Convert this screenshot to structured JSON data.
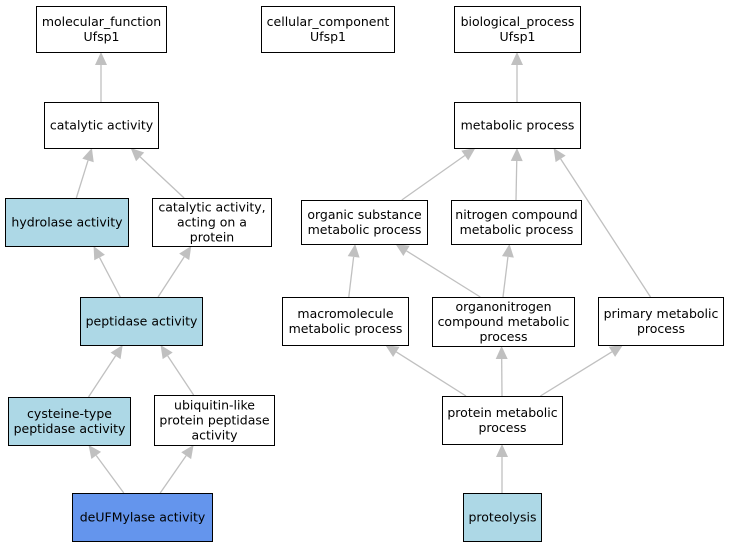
{
  "colors": {
    "query_fill": "#6495ed",
    "highlight_fill": "#add8e6",
    "default_fill": "#ffffff",
    "edge": "#c0c0c0"
  },
  "nodes": {
    "molecular_function": {
      "lines": [
        "molecular_function",
        "Ufsp1"
      ],
      "style": "default"
    },
    "cellular_component": {
      "lines": [
        "cellular_component",
        "Ufsp1"
      ],
      "style": "default"
    },
    "biological_process": {
      "lines": [
        "biological_process",
        "Ufsp1"
      ],
      "style": "default"
    },
    "catalytic_activity": {
      "lines": [
        "catalytic activity"
      ],
      "style": "default"
    },
    "metabolic_process": {
      "lines": [
        "metabolic process"
      ],
      "style": "default"
    },
    "hydrolase_activity": {
      "lines": [
        "hydrolase activity"
      ],
      "style": "highlight"
    },
    "catalytic_activity_protein": {
      "lines": [
        "catalytic activity,",
        "acting on a",
        "protein"
      ],
      "style": "default"
    },
    "organic_substance_metabolic_process": {
      "lines": [
        "organic substance",
        "metabolic process"
      ],
      "style": "default"
    },
    "nitrogen_compound_metabolic_process": {
      "lines": [
        "nitrogen compound",
        "metabolic process"
      ],
      "style": "default"
    },
    "peptidase_activity": {
      "lines": [
        "peptidase activity"
      ],
      "style": "highlight"
    },
    "macromolecule_metabolic_process": {
      "lines": [
        "macromolecule",
        "metabolic process"
      ],
      "style": "default"
    },
    "organonitrogen_compound_metabolic_process": {
      "lines": [
        "organonitrogen",
        "compound metabolic",
        "process"
      ],
      "style": "default"
    },
    "primary_metabolic_process": {
      "lines": [
        "primary metabolic",
        "process"
      ],
      "style": "default"
    },
    "cysteine_type_peptidase_activity": {
      "lines": [
        "cysteine-type",
        "peptidase activity"
      ],
      "style": "highlight"
    },
    "ubiquitin_like_protein_peptidase_activity": {
      "lines": [
        "ubiquitin-like",
        "protein peptidase",
        "activity"
      ],
      "style": "default"
    },
    "protein_metabolic_process": {
      "lines": [
        "protein metabolic",
        "process"
      ],
      "style": "default"
    },
    "deufmylase_activity": {
      "lines": [
        "deUFMylase activity"
      ],
      "style": "query"
    },
    "proteolysis": {
      "lines": [
        "proteolysis"
      ],
      "style": "highlight"
    }
  },
  "edges": [
    {
      "from": "catalytic_activity",
      "to": "molecular_function"
    },
    {
      "from": "hydrolase_activity",
      "to": "catalytic_activity"
    },
    {
      "from": "catalytic_activity_protein",
      "to": "catalytic_activity"
    },
    {
      "from": "peptidase_activity",
      "to": "hydrolase_activity"
    },
    {
      "from": "peptidase_activity",
      "to": "catalytic_activity_protein"
    },
    {
      "from": "cysteine_type_peptidase_activity",
      "to": "peptidase_activity"
    },
    {
      "from": "ubiquitin_like_protein_peptidase_activity",
      "to": "peptidase_activity"
    },
    {
      "from": "deufmylase_activity",
      "to": "cysteine_type_peptidase_activity"
    },
    {
      "from": "deufmylase_activity",
      "to": "ubiquitin_like_protein_peptidase_activity"
    },
    {
      "from": "metabolic_process",
      "to": "biological_process"
    },
    {
      "from": "organic_substance_metabolic_process",
      "to": "metabolic_process"
    },
    {
      "from": "nitrogen_compound_metabolic_process",
      "to": "metabolic_process"
    },
    {
      "from": "primary_metabolic_process",
      "to": "metabolic_process"
    },
    {
      "from": "macromolecule_metabolic_process",
      "to": "organic_substance_metabolic_process"
    },
    {
      "from": "organonitrogen_compound_metabolic_process",
      "to": "organic_substance_metabolic_process"
    },
    {
      "from": "organonitrogen_compound_metabolic_process",
      "to": "nitrogen_compound_metabolic_process"
    },
    {
      "from": "protein_metabolic_process",
      "to": "macromolecule_metabolic_process"
    },
    {
      "from": "protein_metabolic_process",
      "to": "organonitrogen_compound_metabolic_process"
    },
    {
      "from": "protein_metabolic_process",
      "to": "primary_metabolic_process"
    },
    {
      "from": "proteolysis",
      "to": "protein_metabolic_process"
    }
  ]
}
